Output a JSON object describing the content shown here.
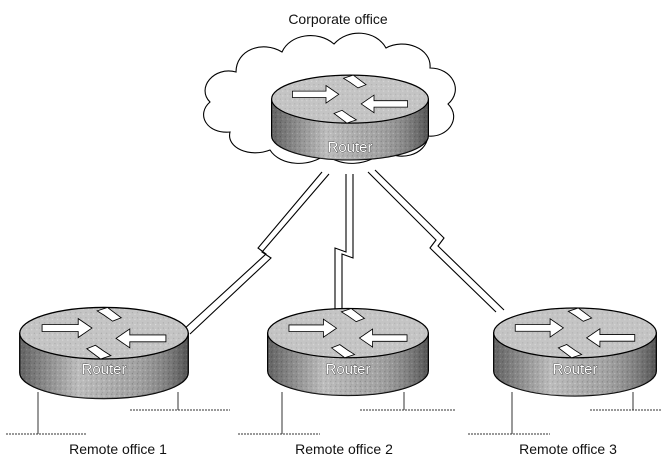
{
  "title": "Corporate office",
  "core_router": {
    "label": "Router"
  },
  "remote_routers": [
    {
      "label": "Router",
      "office": "Remote office 1"
    },
    {
      "label": "Router",
      "office": "Remote office 2"
    },
    {
      "label": "Router",
      "office": "Remote office 3"
    }
  ],
  "colors": {
    "router_top": "#b9b9b9",
    "router_body": "#8e8e8e",
    "cloud_fill": "#ffffff",
    "line": "#000000"
  },
  "icons": [
    "router-icon",
    "cloud-icon",
    "serial-link-icon",
    "lan-segment-icon",
    "arrow-icon"
  ]
}
